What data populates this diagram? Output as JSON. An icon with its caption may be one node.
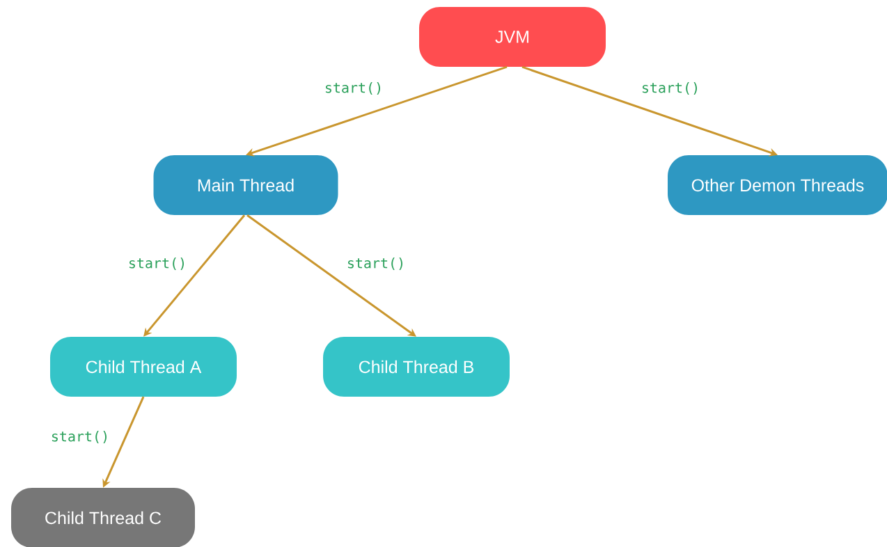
{
  "diagram": {
    "nodes": [
      {
        "text": [
          "JVM"
        ]
      },
      {
        "text": [
          "Main Thread"
        ]
      },
      {
        "text": [
          "Other Demon Threads"
        ]
      },
      {
        "text": [
          "Child Thread A"
        ]
      },
      {
        "text": [
          "Child Thread B"
        ]
      },
      {
        "text": [
          "Child Thread C"
        ]
      }
    ],
    "edges": [
      {
        "from": 0,
        "to": 1,
        "arrow": "to",
        "label": "start()"
      },
      {
        "from": 0,
        "to": 2,
        "arrow": "to",
        "label": "start()"
      },
      {
        "from": 1,
        "to": 3,
        "arrow": "to",
        "label": "start()"
      },
      {
        "from": 1,
        "to": 4,
        "arrow": "to",
        "label": "start()"
      },
      {
        "from": 3,
        "to": 5,
        "arrow": "to",
        "label": "start()"
      }
    ]
  }
}
